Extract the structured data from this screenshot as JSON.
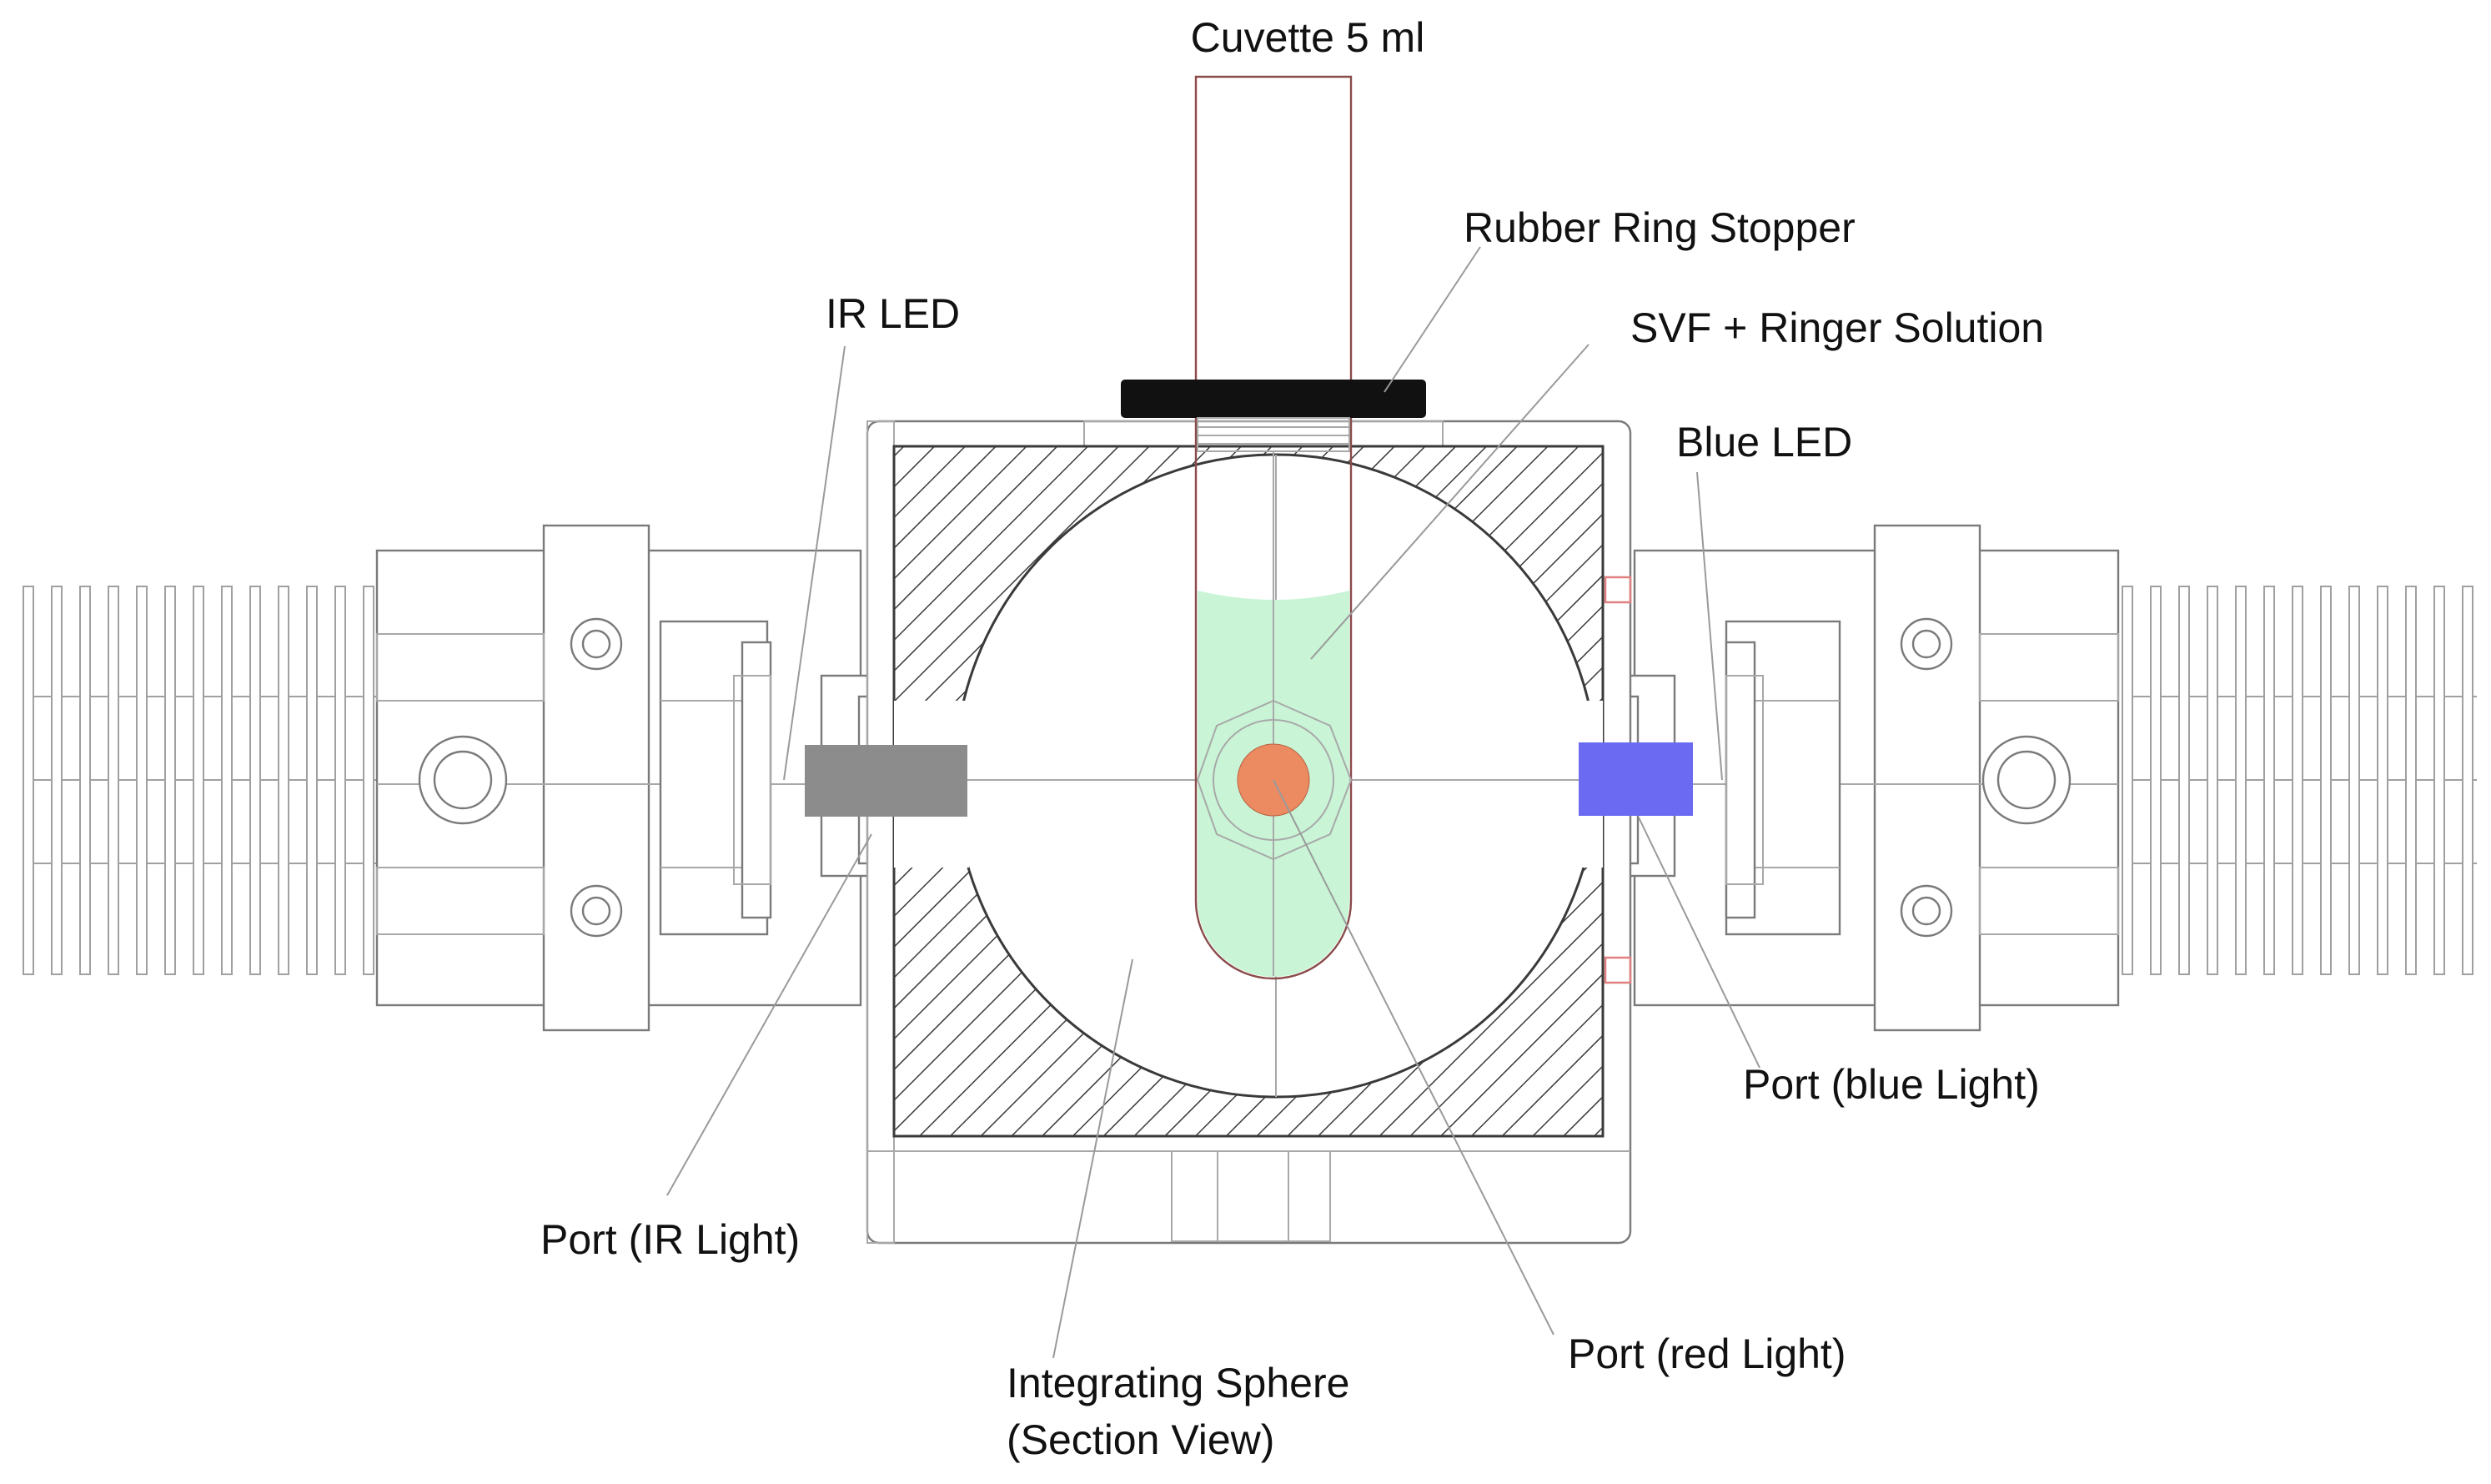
{
  "labels": {
    "cuvette": "Cuvette 5 ml",
    "rubber_ring_stopper": "Rubber Ring Stopper",
    "ir_led": "IR LED",
    "svf_ringer": "SVF + Ringer Solution",
    "blue_led": "Blue LED",
    "port_blue": "Port (blue Light)",
    "port_ir": "Port (IR Light)",
    "port_red": "Port (red Light)",
    "sphere_line1": "Integrating Sphere",
    "sphere_line2": "(Section View)"
  },
  "colors": {
    "solution_fill": "#c9f5d6",
    "red_port": "#ec8b62",
    "blue_port": "#6a6af2",
    "ir_port": "#8c8c8c",
    "stopper": "#111111",
    "cuvette_outline": "#8a4a4a",
    "red_marker": "#e08080"
  }
}
